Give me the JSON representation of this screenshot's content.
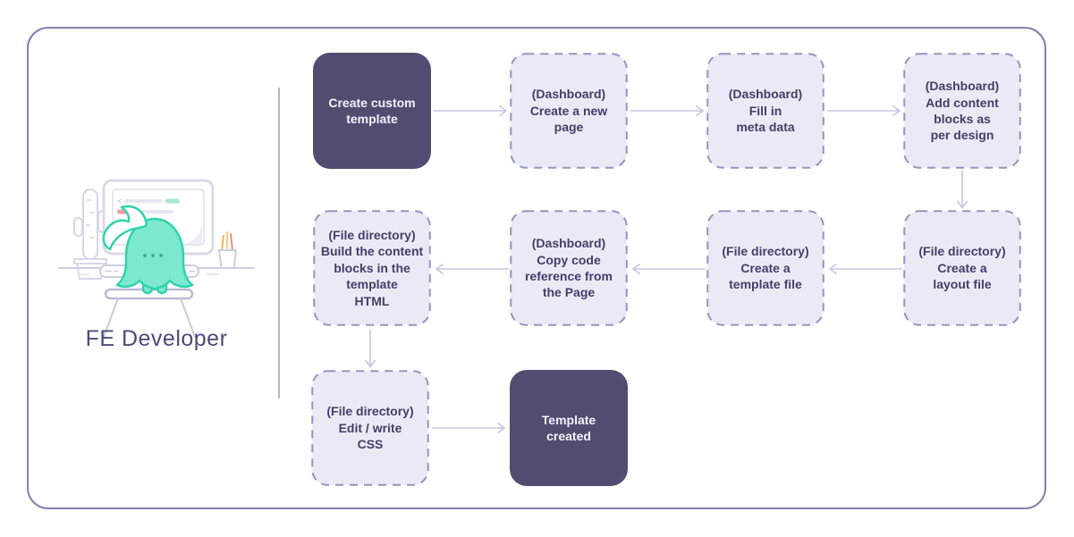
{
  "colors": {
    "card_border": "#8281ac",
    "node_dark_bg": "#4f4e71",
    "node_dark_text": "#f3f2fa",
    "node_light_bg": "#eaeaf6",
    "node_dashed_border": "#9593c2",
    "node_light_text": "#413f68",
    "arrow": "#c7c6e4",
    "divider": "#a5a4ca",
    "persona_text": "#4a4c78",
    "mascot_fill": "#7ce9cf",
    "mascot_stroke": "#2fd3ab",
    "code_green": "#a6e9d0",
    "code_red": "#f59ba1"
  },
  "persona": {
    "label": "FE Developer",
    "illustration": "developer-mascot-at-desk"
  },
  "flow": {
    "nodes": [
      {
        "id": "create-custom-template",
        "type": "solid",
        "label": "Create custom\ntemplate"
      },
      {
        "id": "create-new-page",
        "type": "dashed",
        "label": "(Dashboard)\nCreate a new\npage"
      },
      {
        "id": "fill-in-meta-data",
        "type": "dashed",
        "label": "(Dashboard)\nFill in\nmeta data"
      },
      {
        "id": "add-content-blocks",
        "type": "dashed",
        "label": "(Dashboard)\nAdd content\nblocks as\nper design"
      },
      {
        "id": "build-content-blocks",
        "type": "dashed",
        "label": "(File directory)\nBuild the content\nblocks in the\ntemplate\nHTML"
      },
      {
        "id": "copy-code-reference",
        "type": "dashed",
        "label": "(Dashboard)\nCopy code\nreference from\nthe Page"
      },
      {
        "id": "create-template-file",
        "type": "dashed",
        "label": "(File directory)\nCreate a\ntemplate file"
      },
      {
        "id": "create-layout-file",
        "type": "dashed",
        "label": "(File directory)\nCreate a\nlayout file"
      },
      {
        "id": "edit-write-css",
        "type": "dashed",
        "label": "(File directory)\nEdit / write\nCSS"
      },
      {
        "id": "template-created",
        "type": "solid",
        "label": "Template\ncreated"
      }
    ],
    "edges": [
      {
        "from": "create-custom-template",
        "to": "create-new-page"
      },
      {
        "from": "create-new-page",
        "to": "fill-in-meta-data"
      },
      {
        "from": "fill-in-meta-data",
        "to": "add-content-blocks"
      },
      {
        "from": "add-content-blocks",
        "to": "create-layout-file"
      },
      {
        "from": "create-layout-file",
        "to": "create-template-file"
      },
      {
        "from": "create-template-file",
        "to": "copy-code-reference"
      },
      {
        "from": "copy-code-reference",
        "to": "build-content-blocks"
      },
      {
        "from": "build-content-blocks",
        "to": "edit-write-css"
      },
      {
        "from": "edit-write-css",
        "to": "template-created"
      }
    ]
  }
}
